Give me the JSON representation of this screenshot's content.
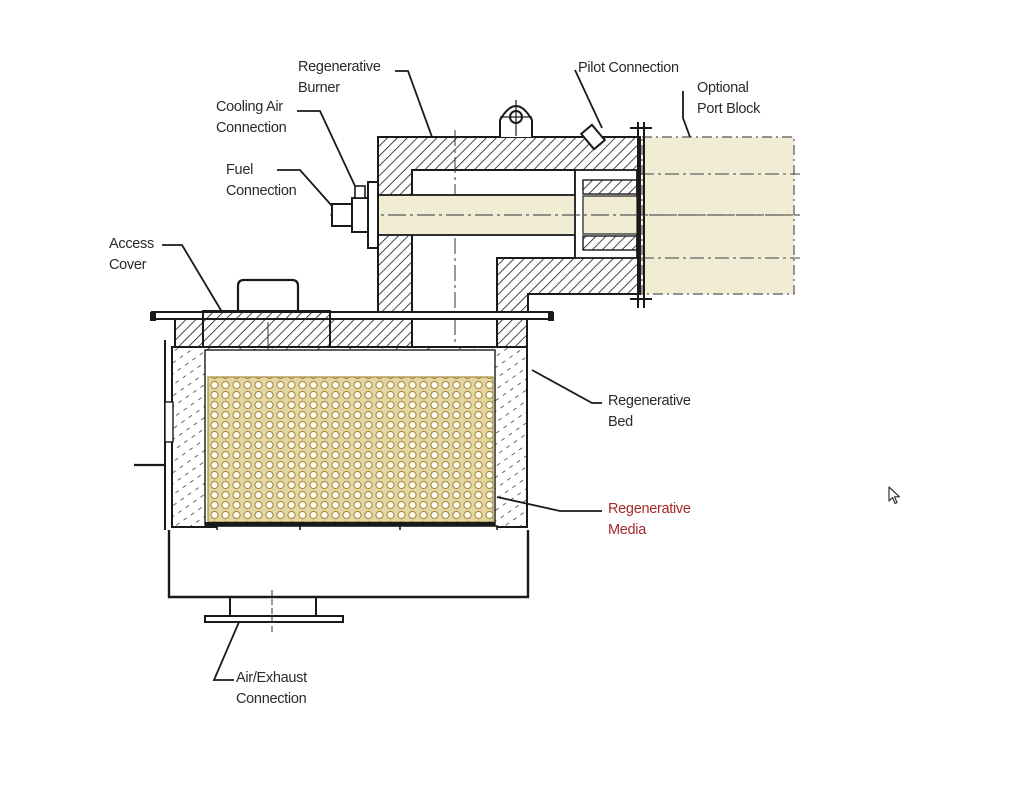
{
  "labels": {
    "regenerative_burner": [
      "Regenerative",
      "Burner"
    ],
    "pilot_connection": [
      "Pilot Connection"
    ],
    "optional_port_block": [
      "Optional",
      "Port Block"
    ],
    "cooling_air_connection": [
      "Cooling Air",
      "Connection"
    ],
    "fuel_connection": [
      "Fuel",
      "Connection"
    ],
    "access_cover": [
      "Access",
      "Cover"
    ],
    "regenerative_bed": [
      "Regenerative",
      "Bed"
    ],
    "regenerative_media": [
      "Regenerative",
      "Media"
    ],
    "air_exhaust_connection": [
      "Air/Exhaust",
      "Connection"
    ]
  },
  "colors": {
    "line": "#1a1a1a",
    "port_fill": "#f1ecd4",
    "media_fill": "#e2d7a4",
    "media_outline": "#a88d3a",
    "accent_label": "#a52a2a"
  },
  "icons": {
    "cursor": "mouse-pointer-icon"
  }
}
